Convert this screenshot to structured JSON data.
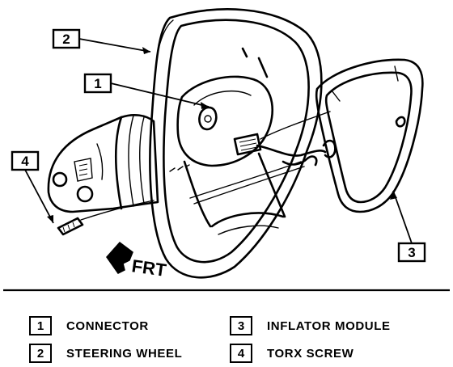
{
  "diagram": {
    "direction_label": "FRT",
    "callouts": [
      {
        "number": "1"
      },
      {
        "number": "2"
      },
      {
        "number": "3"
      },
      {
        "number": "4"
      }
    ]
  },
  "legend": [
    {
      "number": "1",
      "label": "CONNECTOR"
    },
    {
      "number": "2",
      "label": "STEERING WHEEL"
    },
    {
      "number": "3",
      "label": "INFLATOR MODULE"
    },
    {
      "number": "4",
      "label": "TORX SCREW"
    }
  ]
}
